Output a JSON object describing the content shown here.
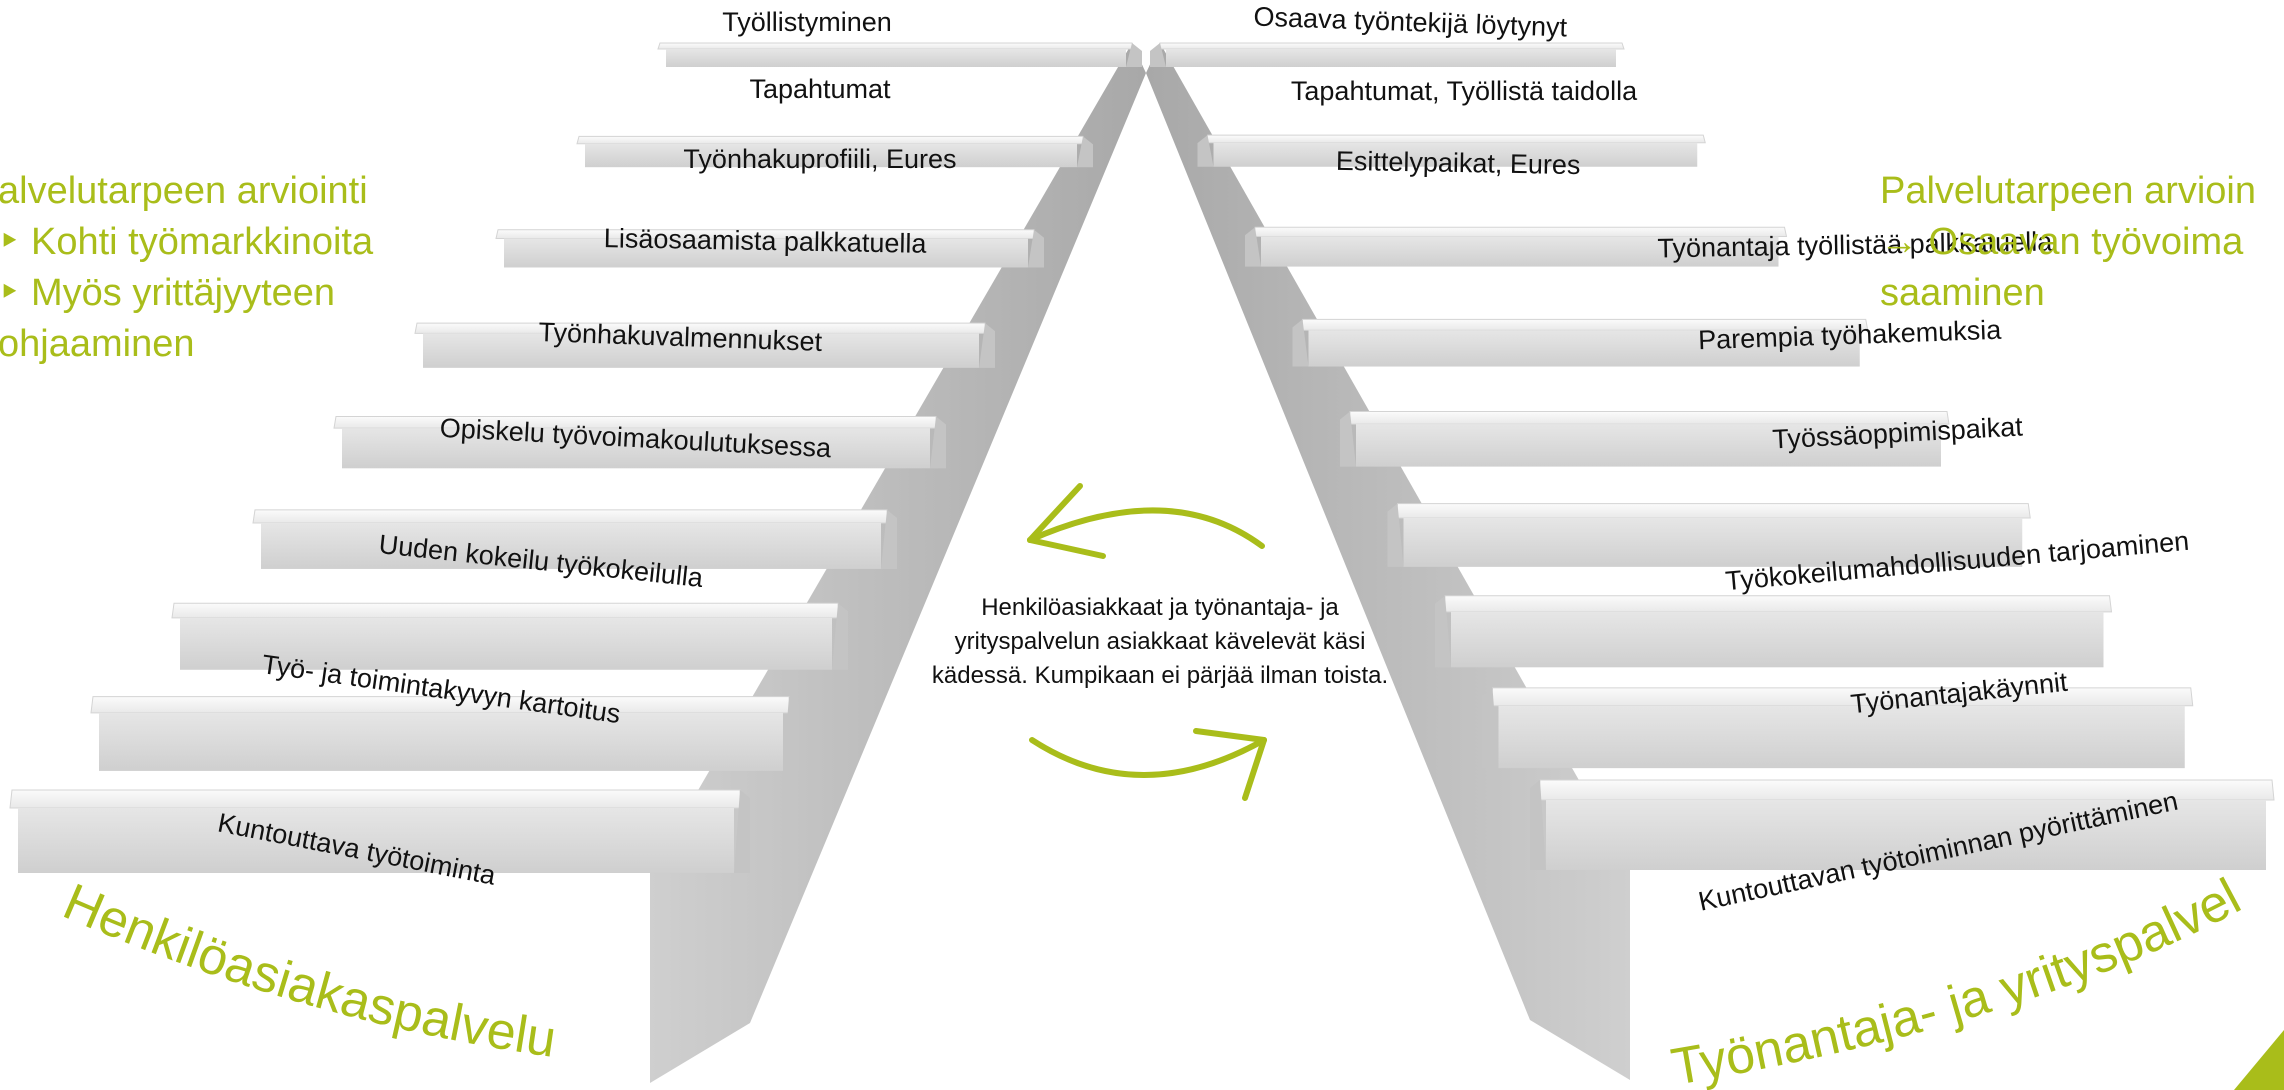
{
  "left_panel": {
    "lines": [
      "alvelutarpeen arviointi",
      "‣ Kohti työmarkkinoita",
      "‣ Myös yrittäjyyteen",
      "   ohjaaminen"
    ]
  },
  "right_panel": {
    "lines": [
      "Palvelutarpeen arvioin",
      "→ Osaavan työvoima",
      "saaminen"
    ]
  },
  "left_stair": {
    "title": "Henkilöasiakaspalvelut",
    "steps": [
      "Kuntouttava työtoiminta",
      "Työ- ja toimintakyvyn kartoitus",
      "Uuden kokeilu työkokeilulla",
      "Opiskelu työvoimakoulutuksessa",
      "Työnhakuvalmennukset",
      "Lisäosaamista palkkatuella",
      "Työnhakuprofiili, Eures",
      "Tapahtumat",
      "Työllistyminen"
    ]
  },
  "right_stair": {
    "title": "Työnantaja- ja yrityspalvelut",
    "steps": [
      "Kuntouttavan työtoiminnan pyörittäminen",
      "Työnantajakäynnit",
      "Työkokeilumahdollisuuden tarjoaminen",
      "Työssäoppimispaikat",
      "Parempia työhakemuksia",
      "Työnantaja työllistää palkkatuella",
      "Esittelypaikat, Eures",
      "Tapahtumat, Työllistä taidolla",
      "Osaava työntekijä löytynyt"
    ]
  },
  "center_note": {
    "lines": [
      "Henkilöasiakkaat ja työnantaja- ja",
      "yrityspalvelun asiakkaat kävelevät käsi",
      "kädessä. Kumpikaan ei pärjää ilman toista."
    ]
  },
  "colors": {
    "accent": "#a9bd1a",
    "step_top": "#f3f3f3",
    "step_front": "#dcdcdc",
    "stringer": "#b9b9b9",
    "text": "#111111"
  },
  "icons": [
    "cycle-arrow-left-icon",
    "cycle-arrow-right-icon"
  ]
}
